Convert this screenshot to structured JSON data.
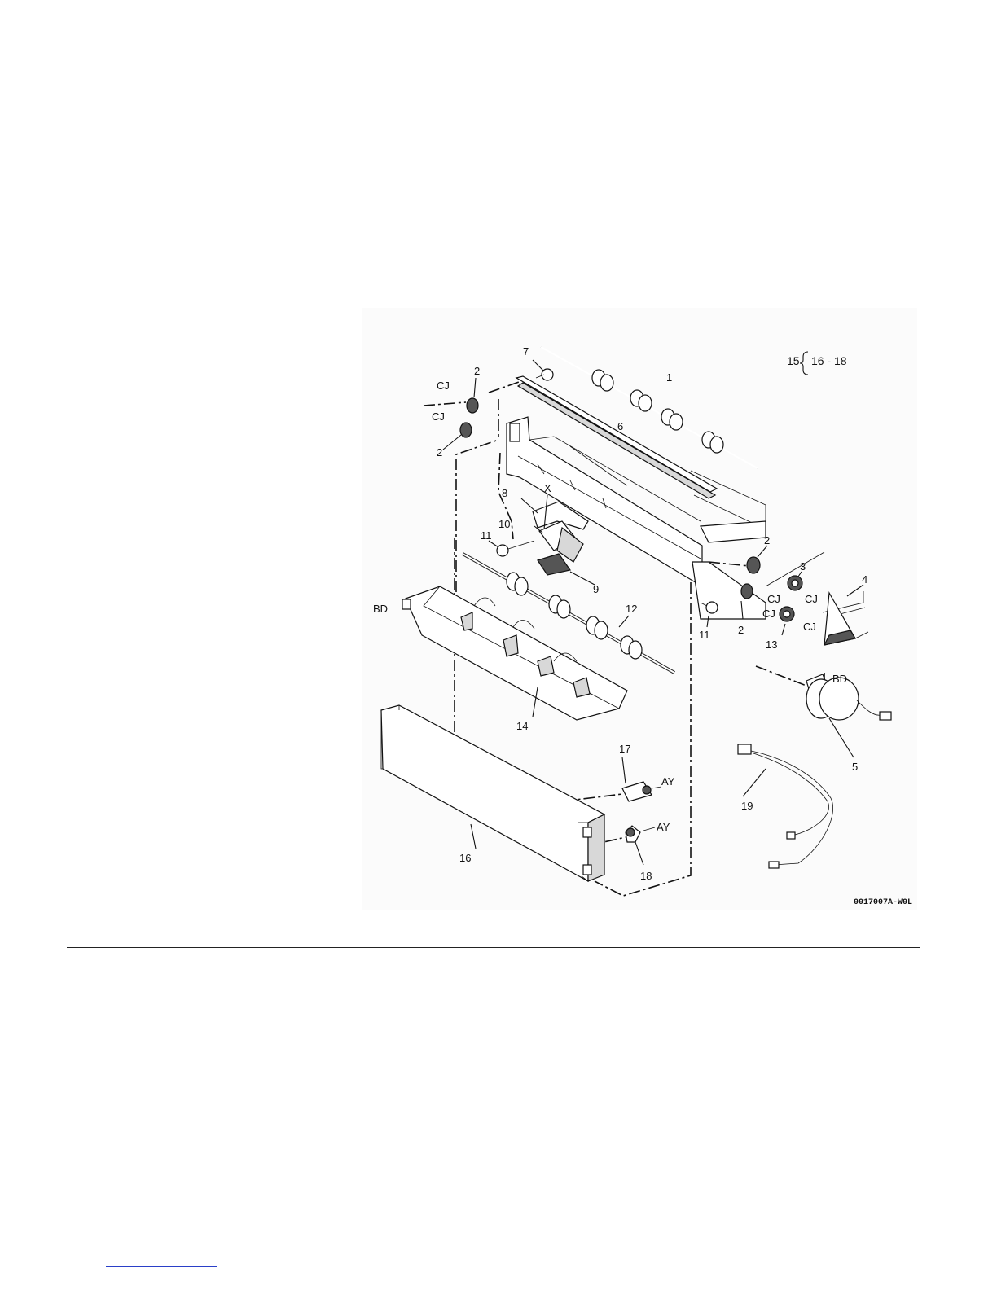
{
  "diagram": {
    "drawing_code": "0017007A-W0L",
    "group_note": {
      "parent": "15",
      "range": "16 - 18"
    },
    "callouts": [
      "1",
      "2",
      "2",
      "2",
      "2",
      "3",
      "4",
      "5",
      "6",
      "7",
      "8",
      "9",
      "10",
      "11",
      "11",
      "12",
      "13",
      "14",
      "16",
      "17",
      "18",
      "19"
    ],
    "tags": {
      "cj": "CJ",
      "bd": "BD",
      "ay": "AY",
      "x": "X"
    }
  }
}
